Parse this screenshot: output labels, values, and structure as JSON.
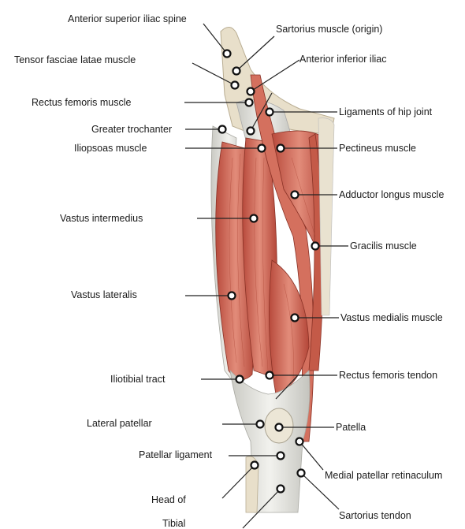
{
  "diagram": {
    "labels": [
      {
        "id": "anterior-superior-iliac-spine",
        "text": "Anterior superior iliac spine"
      },
      {
        "id": "sartorius-muscle-origin",
        "text": "Sartorius muscle (origin)"
      },
      {
        "id": "tensor-fasciae-latae-muscle",
        "text": "Tensor fasciae latae muscle"
      },
      {
        "id": "anterior-inferior-iliac",
        "text": "Anterior inferior iliac"
      },
      {
        "id": "rectus-femoris-muscle",
        "text": "Rectus femoris muscle"
      },
      {
        "id": "ligaments-of-hip-joint",
        "text": "Ligaments of hip joint"
      },
      {
        "id": "greater-trochanter",
        "text": "Greater trochanter"
      },
      {
        "id": "iliopsoas-muscle",
        "text": "Iliopsoas muscle"
      },
      {
        "id": "pectineus-muscle",
        "text": "Pectineus muscle"
      },
      {
        "id": "adductor-longus-muscle",
        "text": "Adductor longus muscle"
      },
      {
        "id": "vastus-intermedius",
        "text": "Vastus intermedius"
      },
      {
        "id": "gracilis-muscle",
        "text": "Gracilis muscle"
      },
      {
        "id": "vastus-lateralis",
        "text": "Vastus lateralis"
      },
      {
        "id": "vastus-medialis-muscle",
        "text": "Vastus medialis muscle"
      },
      {
        "id": "iliotibial-tract",
        "text": "Iliotibial tract"
      },
      {
        "id": "rectus-femoris-tendon",
        "text": "Rectus femoris tendon"
      },
      {
        "id": "lateral-patellar",
        "text": "Lateral patellar"
      },
      {
        "id": "patella",
        "text": "Patella"
      },
      {
        "id": "patellar-ligament",
        "text": "Patellar ligament"
      },
      {
        "id": "medial-patellar-retinaculum",
        "text": "Medial patellar retinaculum"
      },
      {
        "id": "head-of",
        "text": "Head of"
      },
      {
        "id": "sartorius-tendon",
        "text": "Sartorius tendon"
      },
      {
        "id": "tibial",
        "text": "Tibial"
      }
    ],
    "colors": {
      "muscle": "#c85a4a",
      "muscle_light": "#e08a78",
      "tendon": "#dcdcd6",
      "bone": "#e6ddc8",
      "leader": "#222222"
    }
  }
}
